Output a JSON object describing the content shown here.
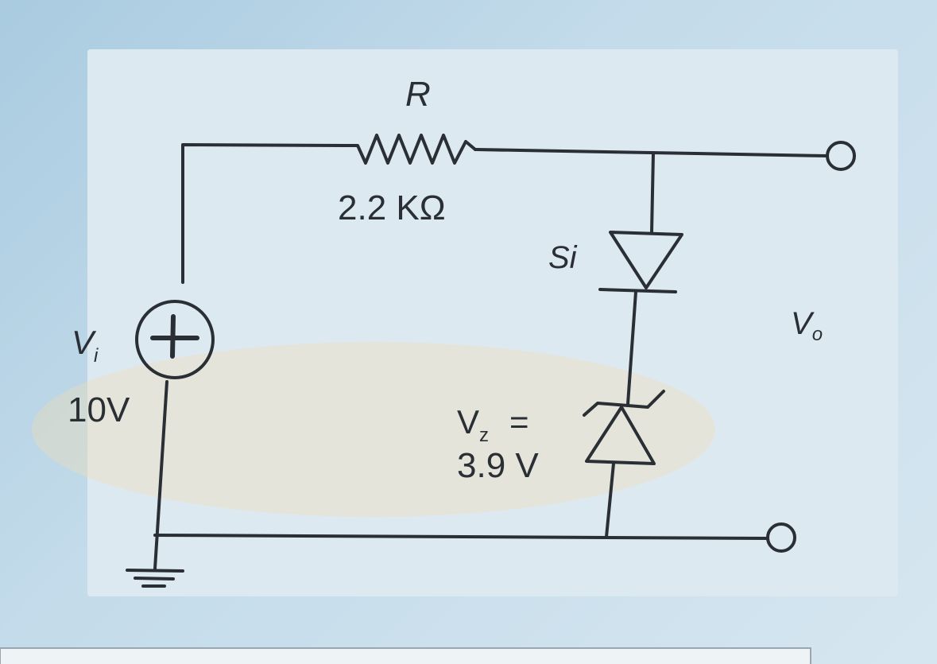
{
  "resistor": {
    "symbol": "R",
    "value": "2.2 KΩ"
  },
  "diode": {
    "label": "Si"
  },
  "zener": {
    "label_line1": "V",
    "label_sub": "z",
    "label_eq": "=",
    "label_line2": "3.9 V"
  },
  "source": {
    "name": "V",
    "name_sub": "i",
    "value": "10V"
  },
  "output": {
    "name": "V",
    "name_sub": "o"
  }
}
